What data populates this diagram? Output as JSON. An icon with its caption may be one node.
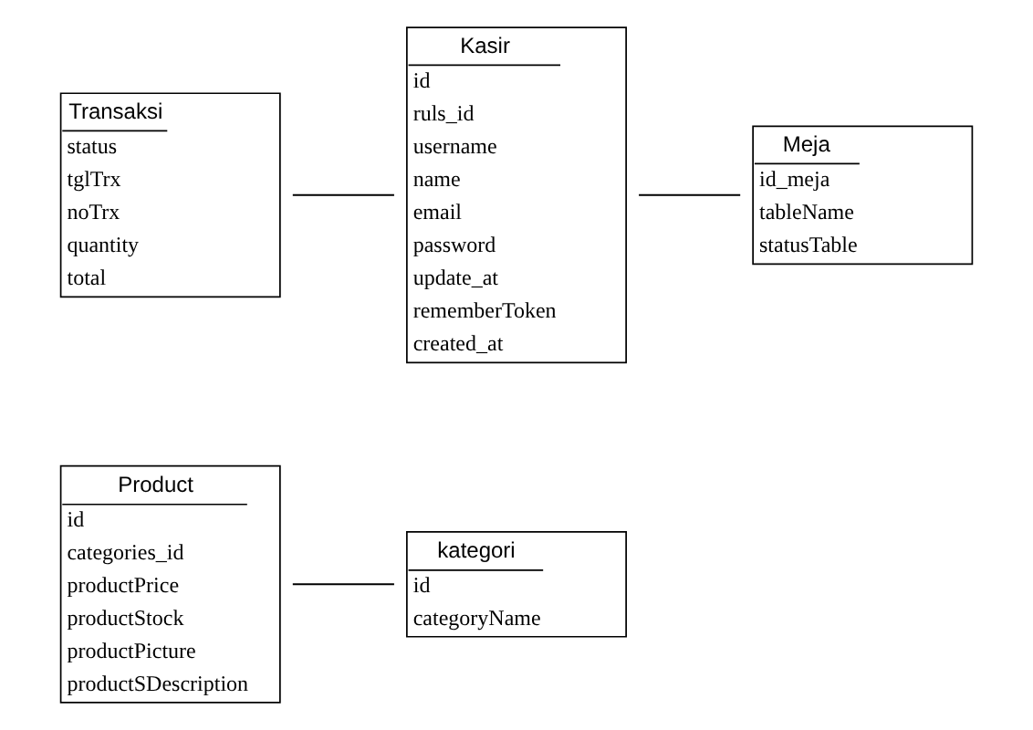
{
  "diagram": {
    "nodes": [
      {
        "text": [
          "Transaksi",
          "status",
          "tglTrx",
          "noTrx",
          "quantity",
          "total"
        ]
      },
      {
        "text": [
          "Kasir",
          "id",
          "ruls_id",
          "username",
          "name",
          "email",
          "password",
          "update_at",
          "rememberToken",
          "created_at"
        ]
      },
      {
        "text": [
          "Meja",
          "id_meja",
          "tableName",
          "statusTable"
        ]
      },
      {
        "text": [
          "Product",
          "id",
          "categories_id",
          "productPrice",
          "productStock",
          "productPicture",
          "productSDescription"
        ]
      },
      {
        "text": [
          "kategori",
          "id",
          "categoryName"
        ]
      }
    ],
    "edges": [
      {
        "from": 0,
        "to": 1,
        "arrow": "none"
      },
      {
        "from": 1,
        "to": 2,
        "arrow": "none"
      },
      {
        "from": 3,
        "to": 4,
        "arrow": "none"
      }
    ]
  }
}
